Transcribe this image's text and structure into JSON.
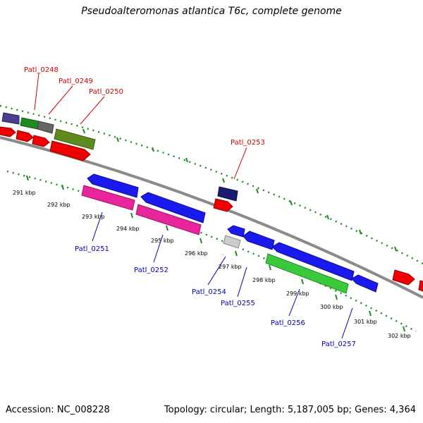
{
  "title": "Pseudoalteromonas atlantica T6c, complete genome",
  "footer": {
    "accession": "Accession: NC_008228",
    "summary": "Topology: circular; Length: 5,187,005 bp; Genes: 4,364"
  },
  "colors": {
    "background": "#ffffff",
    "backbone": "#8a8a8a",
    "tick": "#1f8a1f",
    "label_forward": "#cc0000",
    "label_reverse": "#0000aa"
  },
  "kbp_labels": [
    "291 kbp",
    "292 kbp",
    "293 kbp",
    "294 kbp",
    "295 kbp",
    "296 kbp",
    "297 kbp",
    "298 kbp",
    "299 kbp",
    "300 kbp",
    "301 kbp",
    "302 kbp"
  ],
  "forward_labels": [
    "Patl_0248",
    "Patl_0249",
    "Patl_0250",
    "Patl_0253"
  ],
  "reverse_labels": [
    "Patl_0251",
    "Patl_0252",
    "Patl_0254",
    "Patl_0255",
    "Patl_0256",
    "Patl_0257"
  ]
}
